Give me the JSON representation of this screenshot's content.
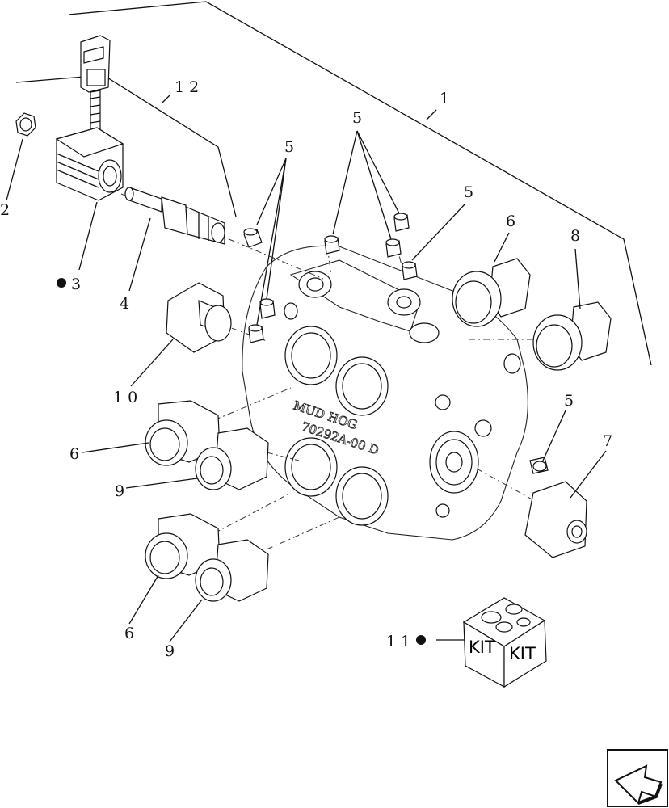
{
  "diagram": {
    "callouts": [
      {
        "id": "c1",
        "text": "1"
      },
      {
        "id": "c2",
        "text": "2"
      },
      {
        "id": "c3",
        "text": "3"
      },
      {
        "id": "c4",
        "text": "4"
      },
      {
        "id": "c5a",
        "text": "5"
      },
      {
        "id": "c5b",
        "text": "5"
      },
      {
        "id": "c5c",
        "text": "5"
      },
      {
        "id": "c5d",
        "text": "5"
      },
      {
        "id": "c6a",
        "text": "6"
      },
      {
        "id": "c6b",
        "text": "6"
      },
      {
        "id": "c6c",
        "text": "6"
      },
      {
        "id": "c7",
        "text": "7"
      },
      {
        "id": "c8",
        "text": "8"
      },
      {
        "id": "c9a",
        "text": "9"
      },
      {
        "id": "c9b",
        "text": "9"
      },
      {
        "id": "c10",
        "text": "1 0"
      },
      {
        "id": "c11",
        "text": "1 1"
      },
      {
        "id": "c12",
        "text": "1 2"
      }
    ],
    "valve_marking_line1": "MUD HOG",
    "valve_marking_line2": "70292A-00 D",
    "kit_label_left": "KIT",
    "kit_label_right": "KIT",
    "nav_icon": "arrow-return-icon"
  }
}
